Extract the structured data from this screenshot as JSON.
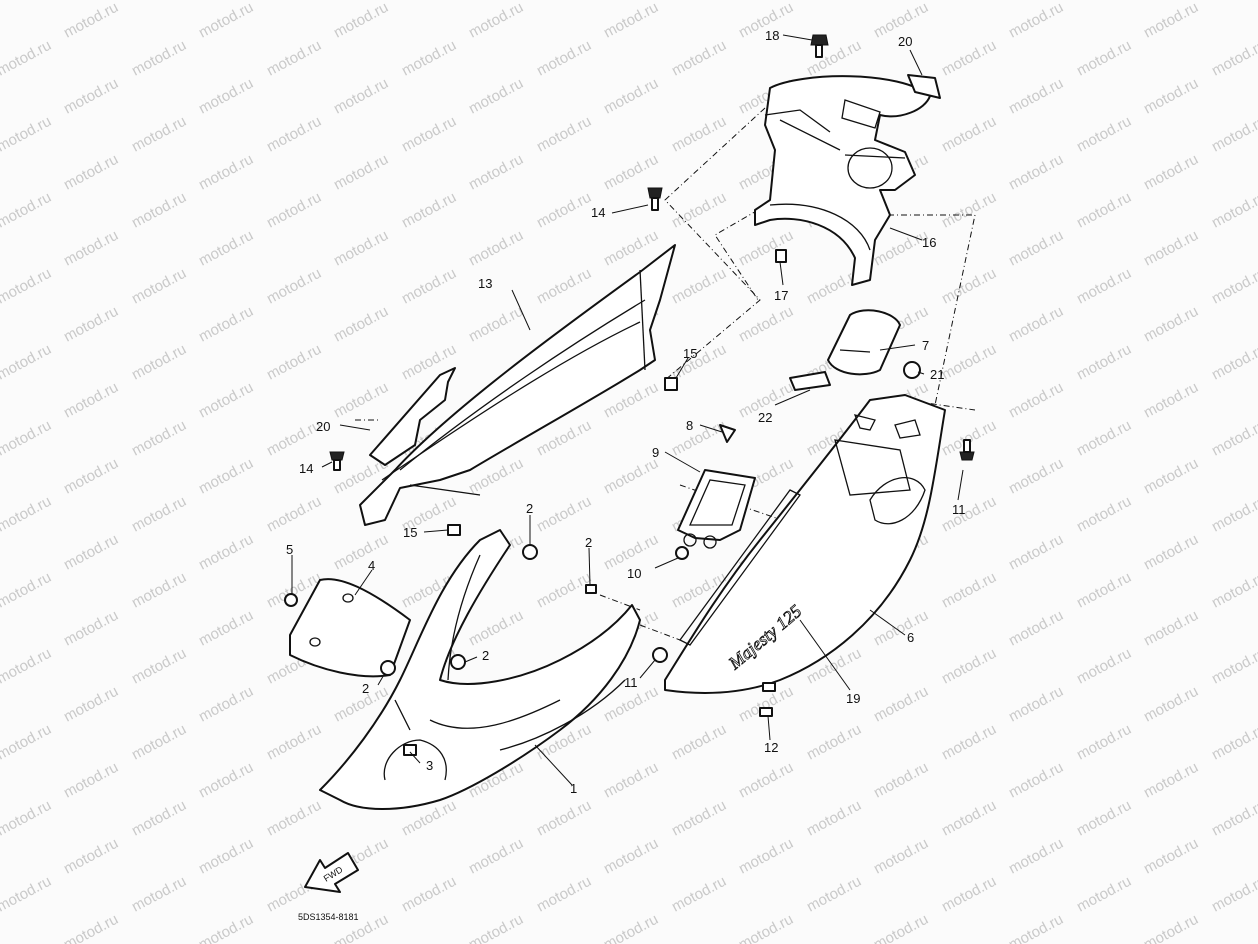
{
  "diagram": {
    "watermark": "motod.ru",
    "drawing_code": "5DS1354-8181",
    "direction_label": "FWD",
    "emblem_text": "Majesty 125",
    "callouts": [
      {
        "id": "c1",
        "text": "1"
      },
      {
        "id": "c2a",
        "text": "2"
      },
      {
        "id": "c2b",
        "text": "2"
      },
      {
        "id": "c2c",
        "text": "2"
      },
      {
        "id": "c2d",
        "text": "2"
      },
      {
        "id": "c3",
        "text": "3"
      },
      {
        "id": "c4",
        "text": "4"
      },
      {
        "id": "c5",
        "text": "5"
      },
      {
        "id": "c6",
        "text": "6"
      },
      {
        "id": "c7",
        "text": "7"
      },
      {
        "id": "c8",
        "text": "8"
      },
      {
        "id": "c9",
        "text": "9"
      },
      {
        "id": "c10",
        "text": "10"
      },
      {
        "id": "c11a",
        "text": "11"
      },
      {
        "id": "c11b",
        "text": "11"
      },
      {
        "id": "c12",
        "text": "12"
      },
      {
        "id": "c13",
        "text": "13"
      },
      {
        "id": "c14a",
        "text": "14"
      },
      {
        "id": "c14b",
        "text": "14"
      },
      {
        "id": "c15a",
        "text": "15"
      },
      {
        "id": "c15b",
        "text": "15"
      },
      {
        "id": "c16",
        "text": "16"
      },
      {
        "id": "c17",
        "text": "17"
      },
      {
        "id": "c18",
        "text": "18"
      },
      {
        "id": "c19",
        "text": "19"
      },
      {
        "id": "c20a",
        "text": "20"
      },
      {
        "id": "c20b",
        "text": "20"
      },
      {
        "id": "c21",
        "text": "21"
      },
      {
        "id": "c22",
        "text": "22"
      }
    ]
  }
}
